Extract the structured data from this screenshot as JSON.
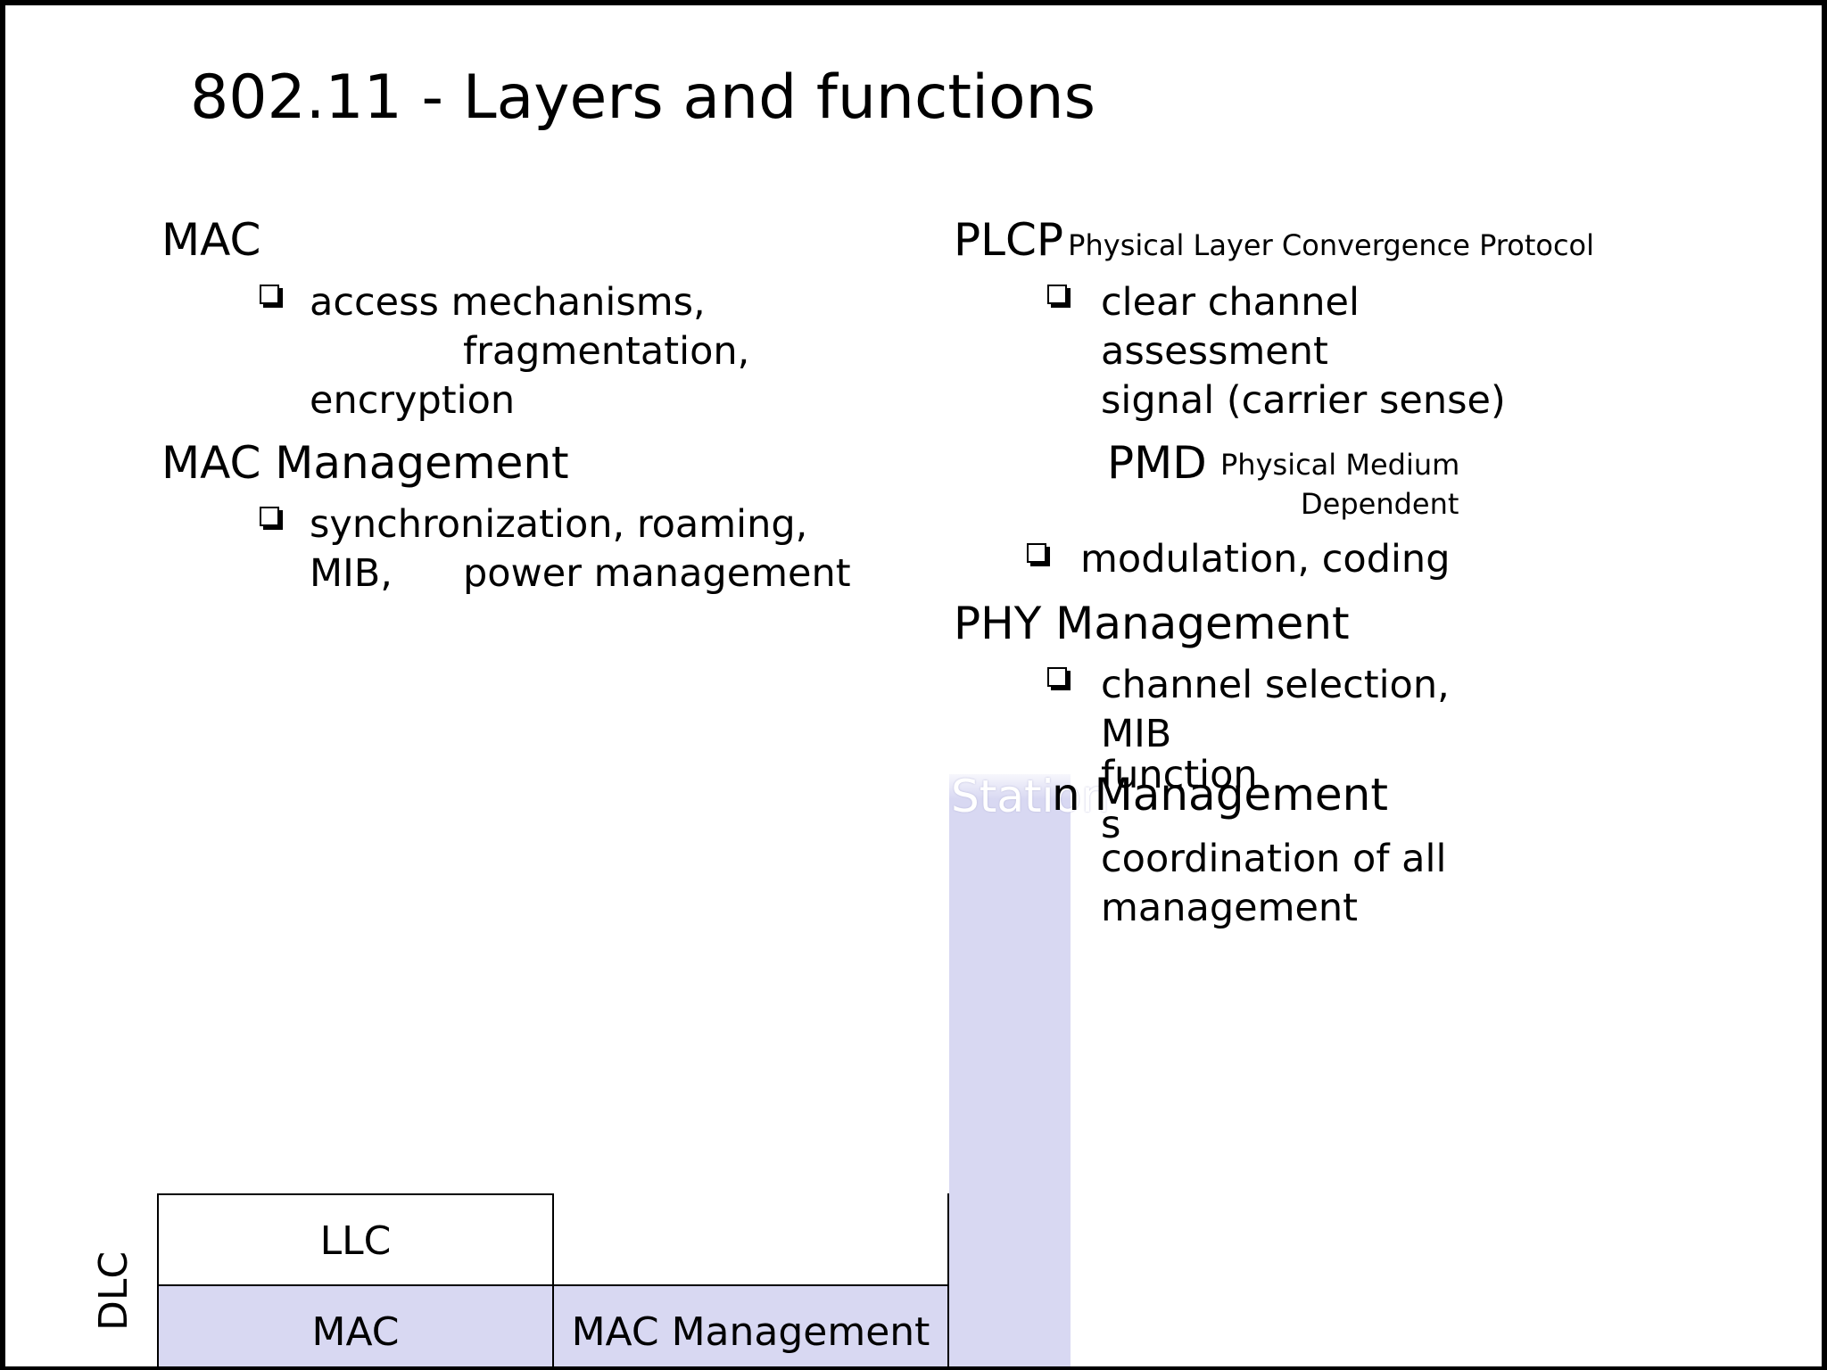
{
  "title": "802.11 - Layers and functions",
  "left": {
    "mac": {
      "heading": "MAC",
      "bullet_lines": [
        "access mechanisms,",
        "fragmentation,",
        "encryption"
      ]
    },
    "mac_mgmt": {
      "heading": "MAC Management",
      "bullet_lines": [
        "synchronization, roaming,",
        "MIB,",
        "power management"
      ]
    }
  },
  "right": {
    "plcp": {
      "heading": "PLCP",
      "subtitle": "Physical Layer Convergence Protocol",
      "bullet_lines": [
        "clear channel",
        "assessment",
        "signal (carrier sense)"
      ]
    },
    "pmd": {
      "heading": "PMD",
      "subtitle_lines": [
        "Physical Medium",
        "Dependent"
      ],
      "bullet": "modulation, coding"
    },
    "phy_mgmt": {
      "heading": "PHY Management",
      "bullet_lines": [
        "channel selection,",
        "MIB",
        "function",
        "s"
      ]
    },
    "station_mgmt": {
      "heading_ghost": "Station",
      "heading_visible": "n Management",
      "body_lines": [
        "coordination of all",
        "management"
      ]
    }
  },
  "diagram": {
    "dlc_label": "DLC",
    "llc_label": "LLC",
    "mac_label": "MAC",
    "mac_mgmt_label": "MAC Management",
    "fill_color": "#d8d8f2"
  }
}
